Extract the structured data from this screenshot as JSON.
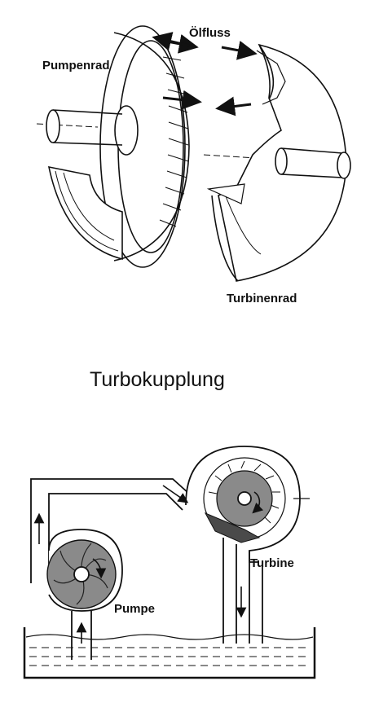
{
  "top_diagram": {
    "label_oil_flow": "Ölfluss",
    "label_pump_wheel": "Pumpenrad",
    "label_turbine_wheel": "Turbinenrad"
  },
  "title": "Turbokupplung",
  "bottom_diagram": {
    "label_turbine": "Turbine",
    "label_pump": "Pumpe"
  },
  "colors": {
    "ink": "#111111",
    "shade_gray": "#8a8a8a",
    "dark_shade": "#4a4a4a",
    "paper": "#ffffff"
  }
}
